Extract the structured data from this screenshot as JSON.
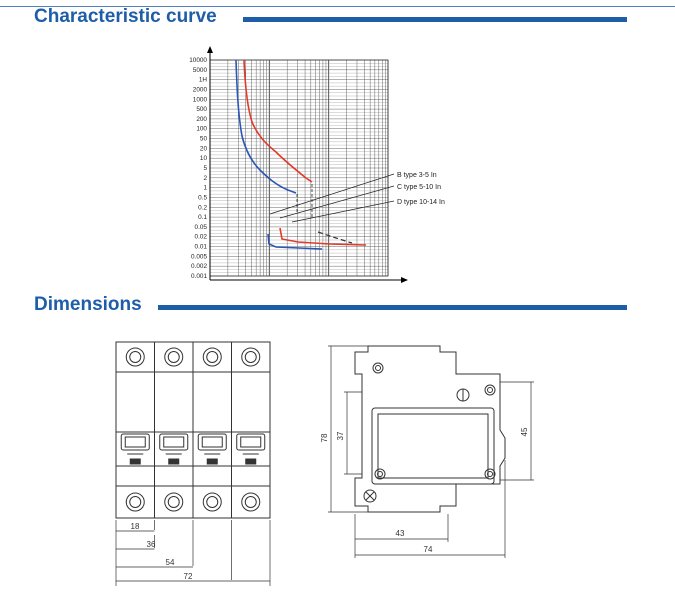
{
  "headings": {
    "curve": "Characteristic curve",
    "dimensions": "Dimensions"
  },
  "colors": {
    "heading": "#1e5ea8",
    "curve_b": "#2a56b8",
    "curve_c": "#e03a2a",
    "curve_d": "#333333"
  },
  "chart_data": {
    "type": "line",
    "yscale": "log",
    "yticks": [
      "10000",
      "5000",
      "1H",
      "2000",
      "1000",
      "500",
      "200",
      "100",
      "50",
      "20",
      "10",
      "5",
      "2",
      "1",
      "0.5",
      "0.2",
      "0.1",
      "0.05",
      "0.02",
      "0.01",
      "0.005",
      "0.002",
      "0.001"
    ],
    "legend": [
      "B type 3-5 In",
      "C type 5-10 In",
      "D type 10-14 In"
    ],
    "series": [
      {
        "name": "B type 3-5 In",
        "color": "#2a56b8"
      },
      {
        "name": "C type 5-10 In",
        "color": "#e03a2a"
      },
      {
        "name": "D type 10-14 In",
        "color": "#333333"
      }
    ]
  },
  "dimensions": {
    "front": {
      "pole_width": "18",
      "w2": "36",
      "w3": "54",
      "w4": "72"
    },
    "side": {
      "height": "78",
      "window": "37",
      "depth_a": "43",
      "depth_b": "74",
      "rail": "45"
    }
  }
}
